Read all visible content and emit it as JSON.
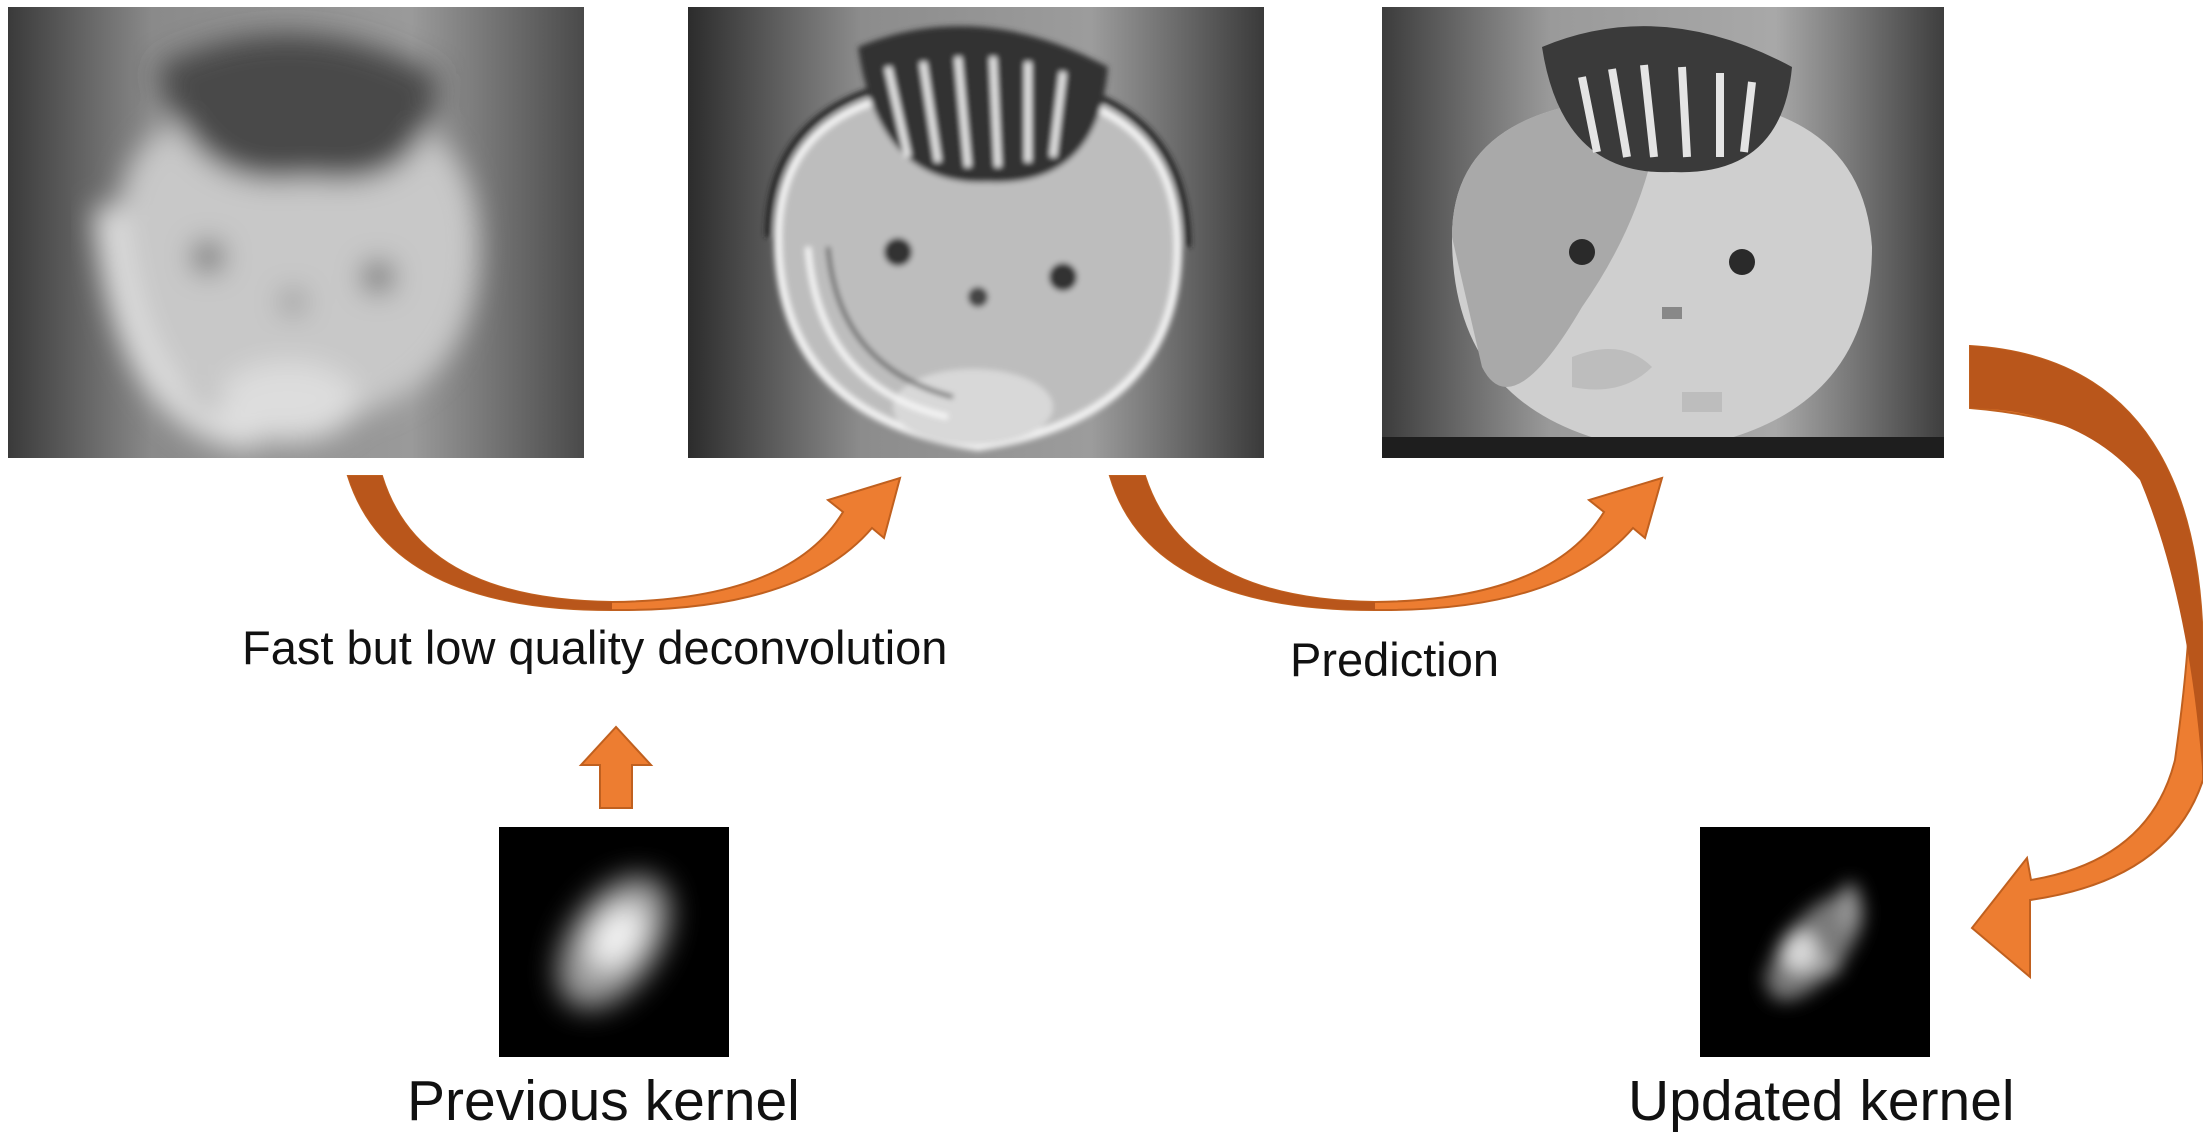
{
  "labels": {
    "deconvolution": "Fast but low quality deconvolution",
    "prediction": "Prediction",
    "previous_kernel": "Previous kernel",
    "updated_kernel": "Updated kernel"
  },
  "colors": {
    "arrow_fill": "#ED7D31",
    "arrow_dark": "#B9561B",
    "arrow_stroke": "#C0601F"
  },
  "panels": {
    "image_1": "blurred-input-image",
    "image_2": "deconvolved-image",
    "image_3": "predicted-sharp-image",
    "kernel_1": "previous-blur-kernel",
    "kernel_2": "updated-blur-kernel"
  }
}
